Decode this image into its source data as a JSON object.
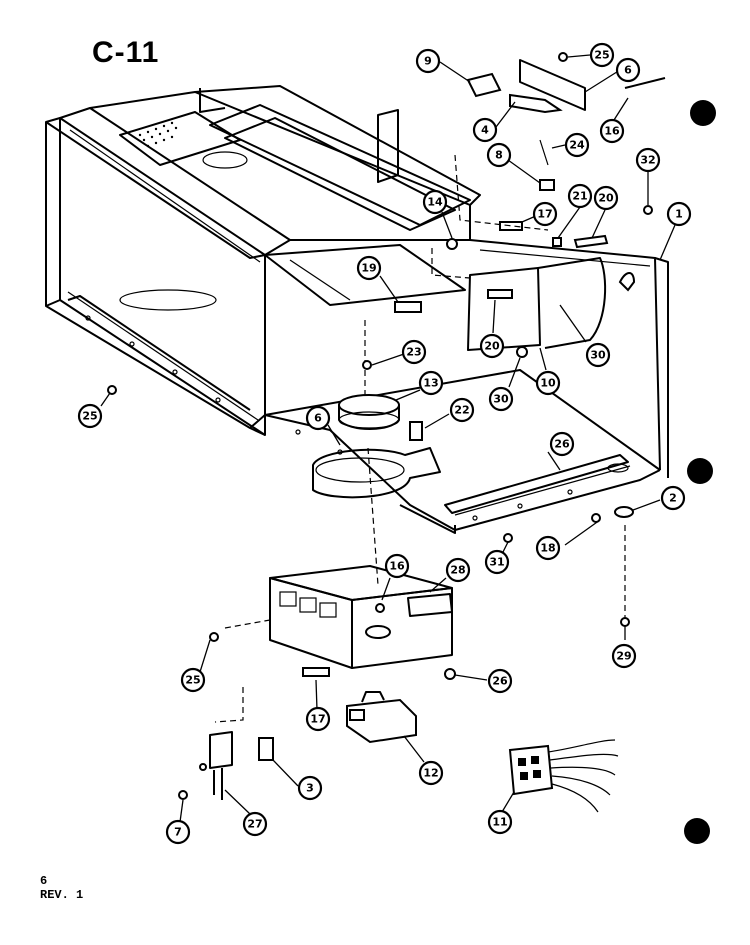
{
  "page": {
    "title": "C-11",
    "footer_page": "6",
    "footer_rev": "REV. 1"
  },
  "callouts": [
    {
      "id": "c9",
      "label": "9"
    },
    {
      "id": "c25a",
      "label": "25"
    },
    {
      "id": "c6a",
      "label": "6"
    },
    {
      "id": "c4",
      "label": "4"
    },
    {
      "id": "c16a",
      "label": "16"
    },
    {
      "id": "c24",
      "label": "24"
    },
    {
      "id": "c8a",
      "label": "8"
    },
    {
      "id": "c32",
      "label": "32"
    },
    {
      "id": "c21",
      "label": "21"
    },
    {
      "id": "c20a",
      "label": "20"
    },
    {
      "id": "c17a",
      "label": "17"
    },
    {
      "id": "c1",
      "label": "1"
    },
    {
      "id": "c14",
      "label": "14"
    },
    {
      "id": "c19",
      "label": "19"
    },
    {
      "id": "c20b",
      "label": "20"
    },
    {
      "id": "c30a",
      "label": "30"
    },
    {
      "id": "c23",
      "label": "23"
    },
    {
      "id": "c10",
      "label": "10"
    },
    {
      "id": "c30b",
      "label": "30"
    },
    {
      "id": "c25b",
      "label": "25"
    },
    {
      "id": "c13",
      "label": "13"
    },
    {
      "id": "c6b",
      "label": "6"
    },
    {
      "id": "c22",
      "label": "22"
    },
    {
      "id": "c26a",
      "label": "26"
    },
    {
      "id": "c2",
      "label": "2"
    },
    {
      "id": "c18",
      "label": "18"
    },
    {
      "id": "c31",
      "label": "31"
    },
    {
      "id": "c16b",
      "label": "16"
    },
    {
      "id": "c28",
      "label": "28"
    },
    {
      "id": "c29",
      "label": "29"
    },
    {
      "id": "c25c",
      "label": "25"
    },
    {
      "id": "c26b",
      "label": "26"
    },
    {
      "id": "c17b",
      "label": "17"
    },
    {
      "id": "c12",
      "label": "12"
    },
    {
      "id": "c3",
      "label": "3"
    },
    {
      "id": "c7",
      "label": "7"
    },
    {
      "id": "c27",
      "label": "27"
    },
    {
      "id": "c11",
      "label": "11"
    }
  ]
}
